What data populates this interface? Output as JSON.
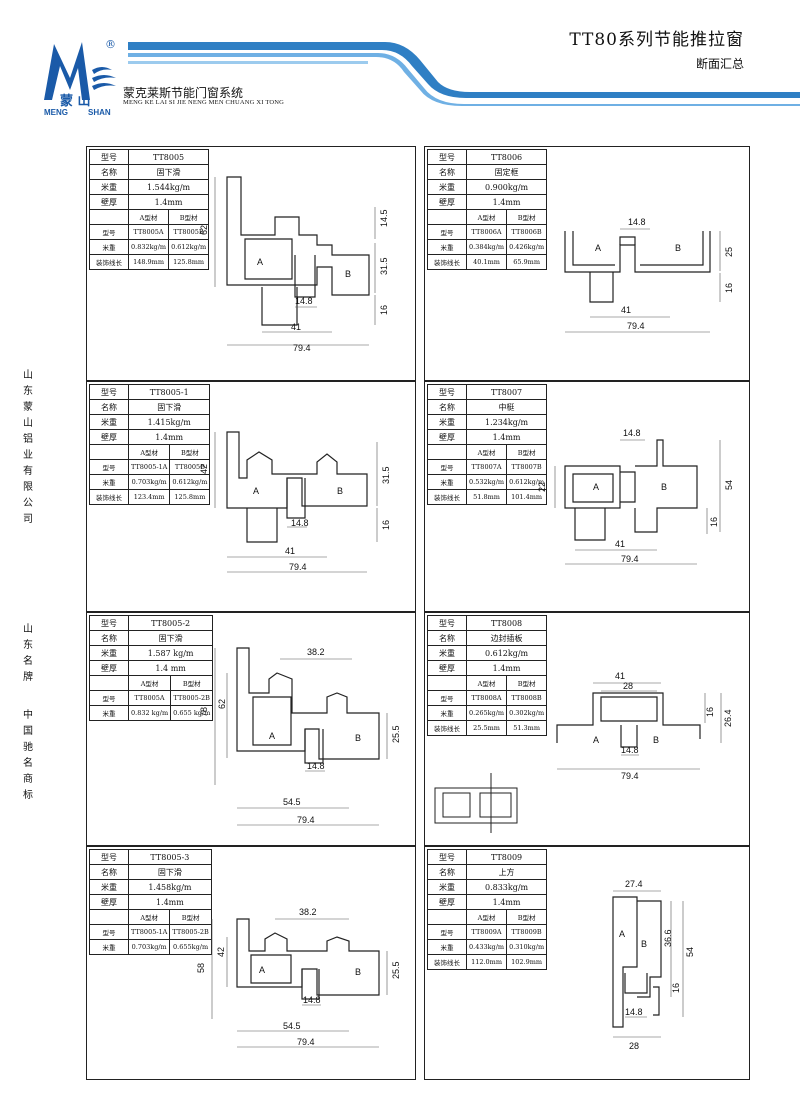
{
  "header": {
    "logo_cn": "蒙  山",
    "logo_en_left": "MENG",
    "logo_en_right": "SHAN",
    "registered": "®",
    "brand_cn": "蒙克莱斯节能门窗系统",
    "brand_en": "MENG KE LAI SI JIE NENG MEN CHUANG XI TONG",
    "title": "TT80系列节能推拉窗",
    "subtitle": "断面汇总"
  },
  "side": {
    "company": "山东蒙山铝业有限公司",
    "brand1": "山东名牌",
    "brand2": "中国驰名商标"
  },
  "labels": {
    "model": "型号",
    "name": "名称",
    "weight": "米重",
    "wall": "壁厚",
    "a_type": "A型材",
    "b_type": "B型材",
    "deco": "装饰线长",
    "A": "A",
    "B": "B"
  },
  "panels": [
    {
      "model": "TT8005",
      "name": "固下滑",
      "weight": "1.544kg/m",
      "wall": "1.4mm",
      "code_a": "TT8005A",
      "code_b": "TT8005B",
      "w_a": "0.832kg/m",
      "w_b": "0.612kg/m",
      "d_a": "148.9mm",
      "d_b": "125.8mm",
      "dims": [
        "62",
        "14.5",
        "31.5",
        "16",
        "14.8",
        "41",
        "79.4"
      ]
    },
    {
      "model": "TT8006",
      "name": "固定框",
      "weight": "0.900kg/m",
      "wall": "1.4mm",
      "code_a": "TT8006A",
      "code_b": "TT8006B",
      "w_a": "0.384kg/m",
      "w_b": "0.426kg/m",
      "d_a": "40.1mm",
      "d_b": "65.9mm",
      "dims": [
        "14.8",
        "25",
        "16",
        "41",
        "79.4"
      ]
    },
    {
      "model": "TT8005-1",
      "name": "固下滑",
      "weight": "1.415kg/m",
      "wall": "1.4mm",
      "code_a": "TT8005-1A",
      "code_b": "TT8005B",
      "w_a": "0.703kg/m",
      "w_b": "0.612kg/m",
      "d_a": "123.4mm",
      "d_b": "125.8mm",
      "dims": [
        "42",
        "31.5",
        "16",
        "14.8",
        "41",
        "79.4"
      ]
    },
    {
      "model": "TT8007",
      "name": "中梃",
      "weight": "1.234kg/m",
      "wall": "1.4mm",
      "code_a": "TT8007A",
      "code_b": "TT8007B",
      "w_a": "0.532kg/m",
      "w_b": "0.612kg/m",
      "d_a": "51.8mm",
      "d_b": "101.4mm",
      "dims": [
        "14.8",
        "22",
        "54",
        "16",
        "41",
        "79.4"
      ]
    },
    {
      "model": "TT8005-2",
      "name": "固下滑",
      "weight": "1.587 kg/m",
      "wall": "1.4 mm",
      "code_a": "TT8005A",
      "code_b": "TT8005-2B",
      "w_a": "0.832 kg/m",
      "w_b": "0.655 kg/m",
      "dims": [
        "78",
        "62",
        "38.2",
        "25.5",
        "14.8",
        "54.5",
        "79.4"
      ]
    },
    {
      "model": "TT8008",
      "name": "边封插板",
      "weight": "0.612kg/m",
      "wall": "1.4mm",
      "code_a": "TT8008A",
      "code_b": "TT8008B",
      "w_a": "0.265kg/m",
      "w_b": "0.302kg/m",
      "d_a": "25.5mm",
      "d_b": "51.3mm",
      "dims": [
        "41",
        "28",
        "16",
        "26.4",
        "14.8",
        "79.4"
      ]
    },
    {
      "model": "TT8005-3",
      "name": "固下滑",
      "weight": "1.458kg/m",
      "wall": "1.4mm",
      "code_a": "TT8005-1A",
      "code_b": "TT8005-2B",
      "w_a": "0.703kg/m",
      "w_b": "0.655kg/m",
      "dims": [
        "58",
        "42",
        "38.2",
        "25.5",
        "14.8",
        "54.5",
        "79.4"
      ]
    },
    {
      "model": "TT8009",
      "name": "上方",
      "weight": "0.833kg/m",
      "wall": "1.4mm",
      "code_a": "TT8009A",
      "code_b": "TT8009B",
      "w_a": "0.433kg/m",
      "w_b": "0.310kg/m",
      "d_a": "112.0mm",
      "d_b": "102.9mm",
      "dims": [
        "27.4",
        "36.6",
        "54",
        "16",
        "14.8",
        "28"
      ]
    }
  ],
  "colors": {
    "band_blue": "#2f7fc4",
    "band_light": "#6fb0e4",
    "logo_blue": "#1a5aa8"
  }
}
